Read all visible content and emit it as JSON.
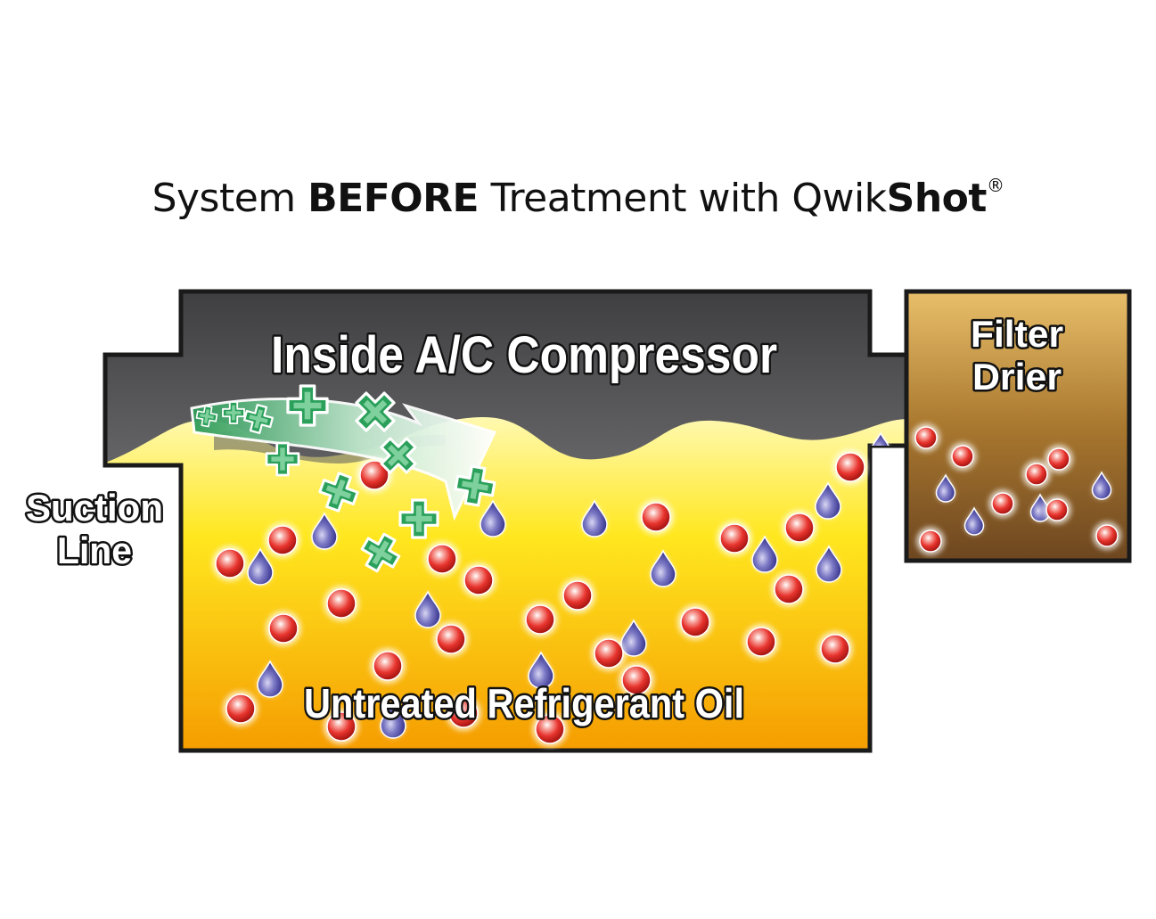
{
  "title": {
    "prefix": "System ",
    "bold1": "BEFORE",
    "middle": " Treatment with Qwik",
    "bold2": "Shot",
    "mark": "®"
  },
  "labels": {
    "compressor": "Inside A/C Compressor",
    "oil": "Untreated Refrigerant Oil",
    "suction_1": "Suction",
    "suction_2": "Line",
    "filter_1": "Filter",
    "filter_2": "Drier"
  },
  "colors": {
    "outline": "#1a1a1a",
    "gas_top": "#3f3f41",
    "gas_bottom": "#9a9a9d",
    "oil_top": "#fff58a",
    "oil_mid": "#ffe21a",
    "oil_bottom": "#f59a00",
    "filter_top": "#e9bf6a",
    "filter_bottom": "#6d4620",
    "particle_red": "#e8342e",
    "droplet_blue": "#5552a8",
    "cross_green": "#2aa05a",
    "arrow_green": "#2c9a58"
  },
  "icons": {
    "particle": "red-sphere-icon",
    "droplet": "blue-droplet-icon",
    "cross": "green-cross-icon",
    "arrow": "curved-arrow-icon"
  }
}
